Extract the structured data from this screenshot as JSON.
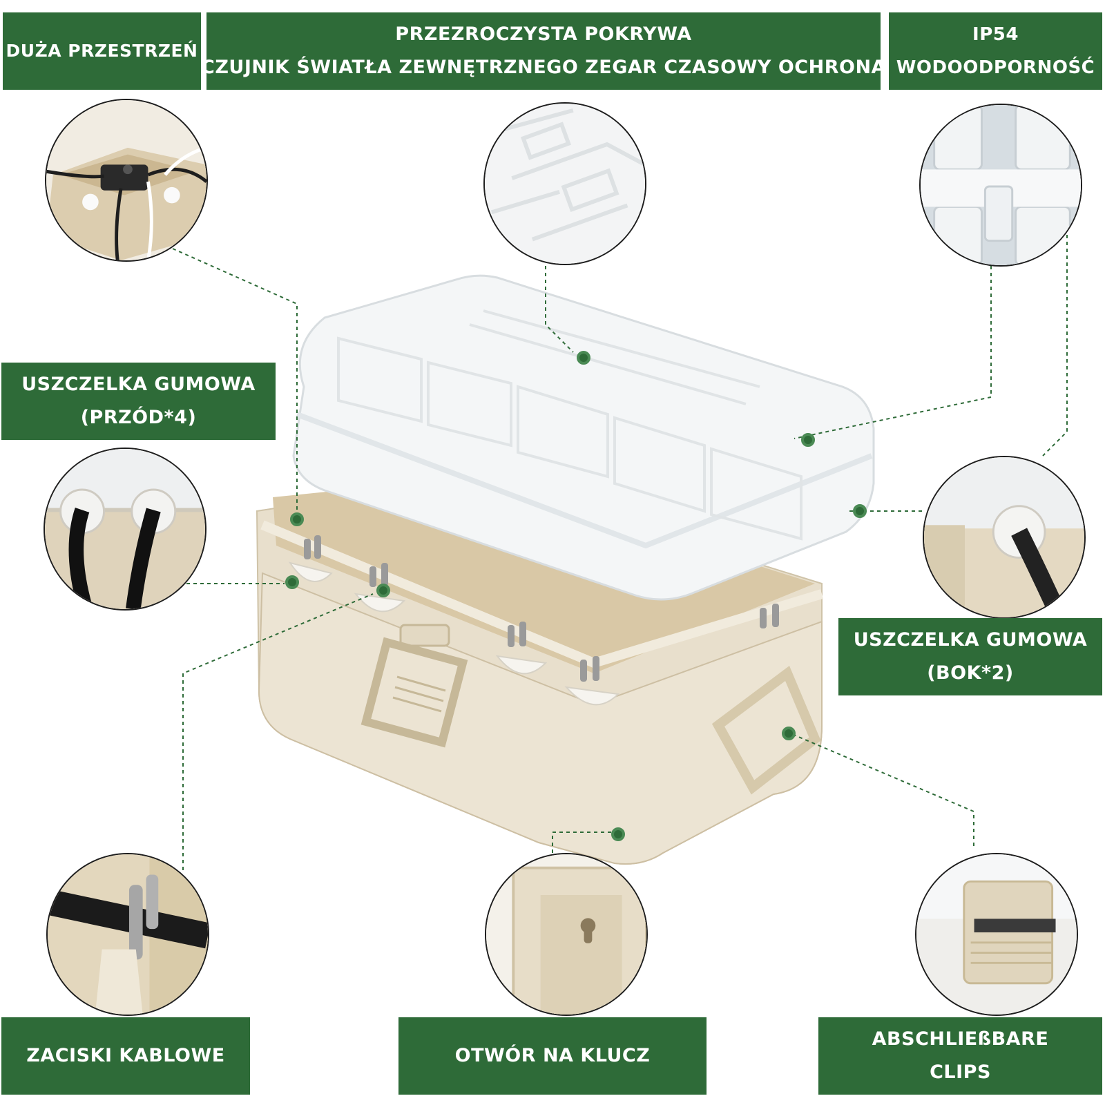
{
  "colors": {
    "label_bg": "#2e6b38",
    "label_text": "#ffffff",
    "leader_line": "#2e6b38",
    "box_beige": "#e8dfcc",
    "lid_clear": "#f3f5f6"
  },
  "labels": {
    "large_space": {
      "lines": [
        "DUŻA PRZESTRZEŃ"
      ]
    },
    "clear_cover": {
      "lines": [
        "PRZEZROCZYSTA POKRYWA",
        "CZUJNIK ŚWIATŁA ZEWNĘTRZNEGO ZEGAR CZASOWY OCHRONA"
      ]
    },
    "ip54": {
      "lines": [
        "IP54",
        "WODOODPORNOŚĆ"
      ]
    },
    "gasket_front": {
      "lines": [
        "USZCZELKA GUMOWA",
        "(PRZÓD*4)"
      ]
    },
    "gasket_side": {
      "lines": [
        "USZCZELKA GUMOWA",
        "(BOK*2)"
      ]
    },
    "cable_clamps": {
      "lines": [
        "ZACISKI KABLOWE"
      ]
    },
    "key_hole": {
      "lines": [
        "OTWÓR NA KLUCZ"
      ]
    },
    "lockable_clips": {
      "lines": [
        "ABSCHLIEßBARE",
        "CLIPS"
      ]
    }
  },
  "details": {
    "interior": "box-interior-photo",
    "lid": "lid-texture-photo",
    "seal": "lid-seal-photo",
    "front_gasket": "front-gasket-photo",
    "side_gasket": "side-gasket-photo",
    "clamp": "cable-clamp-photo",
    "keyhole": "keyhole-photo",
    "clip": "lockable-clip-photo"
  }
}
